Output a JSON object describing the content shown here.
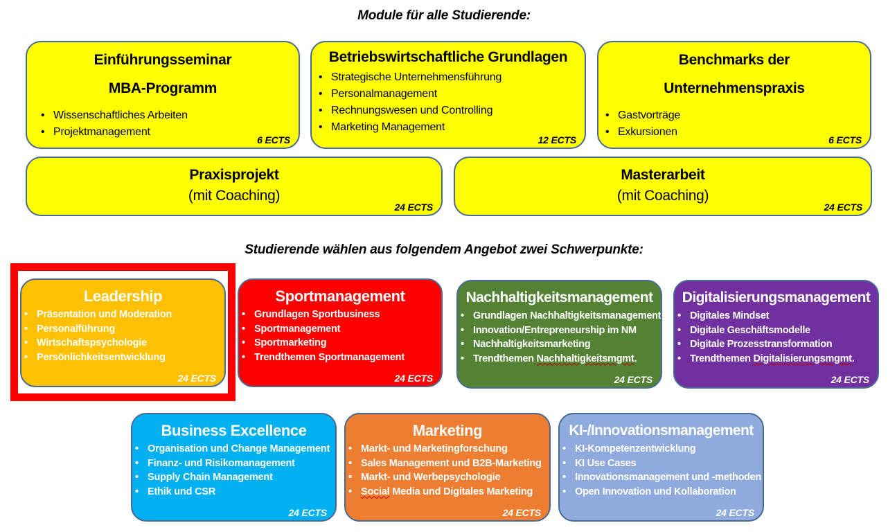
{
  "headings": {
    "core": "Module für alle Studierende:",
    "electives": "Studierende wählen aus folgendem Angebot zwei Schwerpunkte:"
  },
  "core_modules": {
    "intro": {
      "title_line1": "Einführungsseminar",
      "title_line2": "MBA-Programm",
      "items": [
        "Wissenschaftliches Arbeiten",
        "Projektmanagement"
      ],
      "ects": "6 ECTS",
      "color": "#ffff00"
    },
    "bwl": {
      "title": "Betriebswirtschaftliche Grundlagen",
      "items": [
        "Strategische Unternehmensführung",
        "Personalmanagement",
        "Rechnungswesen und Controlling",
        "Marketing Management"
      ],
      "ects": "12 ECTS",
      "color": "#ffff00"
    },
    "benchmarks": {
      "title_line1": "Benchmarks der",
      "title_line2": "Unternehmenspraxis",
      "items": [
        "Gastvorträge",
        "Exkursionen"
      ],
      "ects": "6 ECTS",
      "color": "#ffff00"
    },
    "praxis": {
      "title": "Praxisprojekt",
      "subtitle": "(mit Coaching)",
      "ects": "24 ECTS",
      "color": "#ffff00"
    },
    "master": {
      "title": "Masterarbeit",
      "subtitle": "(mit Coaching)",
      "ects": "24 ECTS",
      "color": "#ffff00"
    }
  },
  "electives": {
    "leadership": {
      "title": "Leadership",
      "items": [
        "Präsentation und Moderation",
        "Personalführung",
        "Wirtschaftspsychologie",
        "Persönlichkeitsentwicklung"
      ],
      "ects": "24 ECTS",
      "color": "#ffc000",
      "highlighted": true
    },
    "sport": {
      "title": "Sportmanagement",
      "items": [
        "Grundlagen Sportbusiness",
        "Sportmanagement",
        "Sportmarketing",
        "Trendthemen Sportmanagement"
      ],
      "ects": "24 ECTS",
      "color": "#ff0000"
    },
    "nachhaltigkeit": {
      "title": "Nachhaltigkeitsmanagement",
      "items": [
        "Grundlagen Nachhaltigkeitsmanagement",
        "Innovation/Entrepreneurship im NM",
        "Nachhaltigkeitsmarketing"
      ],
      "item4_prefix": "Trendthemen ",
      "item4_flagged": "Nachhaltigkeitsmgmt",
      "item4_suffix": ".",
      "ects": "24 ECTS",
      "color": "#548235"
    },
    "digital": {
      "title": "Digitalisierungsmanagement",
      "items": [
        "Digitales Mindset",
        "Digitale Geschäftsmodelle",
        "Digitale Prozesstransformation"
      ],
      "item4_prefix": "Trendthemen ",
      "item4_flagged": "Digitalisierungsmgmt",
      "item4_suffix": ".",
      "ects": "24 ECTS",
      "color": "#7030a0"
    },
    "business": {
      "title": "Business Excellence",
      "items": [
        "Organisation und Change Management",
        "Finanz- und Risikomanagement",
        "Supply Chain Management",
        "Ethik und CSR"
      ],
      "ects": "24 ECTS",
      "color": "#00b0f0"
    },
    "marketing": {
      "title": "Marketing",
      "items": [
        "Markt- und Marketingforschung",
        "Sales Management und B2B-Marketing",
        "Markt- und Werbepsychologie"
      ],
      "item4_flagged": "Social",
      "item4_suffix": " Media und Digitales Marketing",
      "ects": "24 ECTS",
      "color": "#ed7d31"
    },
    "ki": {
      "title": "KI-/Innovationsmanagement",
      "items": [
        "KI-Kompetenzentwicklung",
        "KI Use Cases",
        "Innovationsmanagement und -methoden",
        "Open Innovation und Kollaboration"
      ],
      "ects": "24 ECTS",
      "color": "#8faadc"
    }
  },
  "highlight": {
    "target": "leadership",
    "color": "#ff0000"
  }
}
